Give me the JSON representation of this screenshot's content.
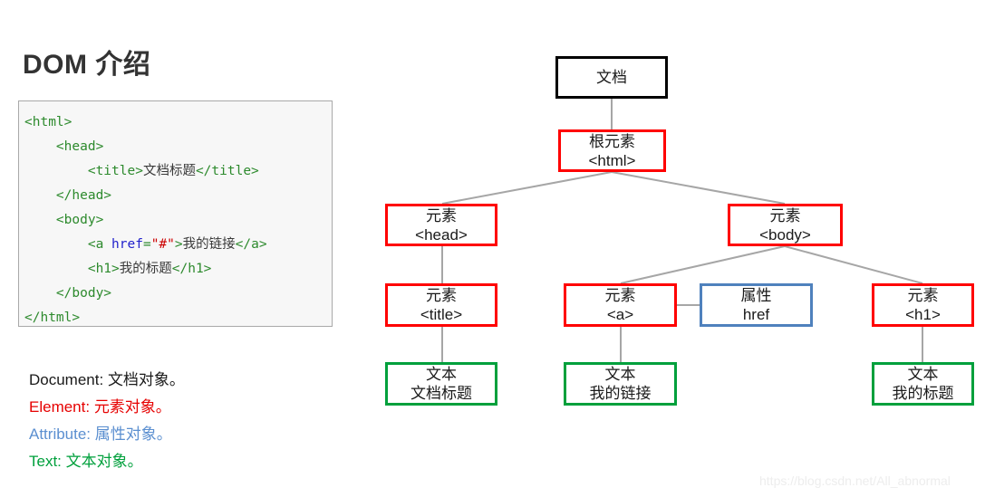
{
  "page": {
    "title": "DOM 介绍",
    "watermark": "https://blog.csdn.net/All_abnormal"
  },
  "code_block": {
    "lines": [
      {
        "indent": 0,
        "parts": [
          {
            "cls": "tag",
            "t": "<html>"
          }
        ]
      },
      {
        "indent": 1,
        "parts": [
          {
            "cls": "tag",
            "t": "<head>"
          }
        ]
      },
      {
        "indent": 2,
        "parts": [
          {
            "cls": "tag",
            "t": "<title>"
          },
          {
            "cls": "txt",
            "t": "文档标题"
          },
          {
            "cls": "tag",
            "t": "</title>"
          }
        ]
      },
      {
        "indent": 1,
        "parts": [
          {
            "cls": "tag",
            "t": "</head>"
          }
        ]
      },
      {
        "indent": 1,
        "parts": [
          {
            "cls": "tag",
            "t": "<body>"
          }
        ]
      },
      {
        "indent": 2,
        "parts": [
          {
            "cls": "tag",
            "t": "<a "
          },
          {
            "cls": "attr",
            "t": "href"
          },
          {
            "cls": "eq",
            "t": "="
          },
          {
            "cls": "str",
            "t": "\"#\""
          },
          {
            "cls": "tag",
            "t": ">"
          },
          {
            "cls": "txt",
            "t": "我的链接"
          },
          {
            "cls": "tag",
            "t": "</a>"
          }
        ]
      },
      {
        "indent": 2,
        "parts": [
          {
            "cls": "tag",
            "t": "<h1>"
          },
          {
            "cls": "txt",
            "t": "我的标题"
          },
          {
            "cls": "tag",
            "t": "</h1>"
          }
        ]
      },
      {
        "indent": 1,
        "parts": [
          {
            "cls": "tag",
            "t": "</body>"
          }
        ]
      },
      {
        "indent": 0,
        "parts": [
          {
            "cls": "tag",
            "t": "</html>"
          }
        ]
      }
    ]
  },
  "legend": {
    "items": [
      {
        "term": "Document:",
        "desc": "文档对象。",
        "color": "#1a1a1a",
        "kind": "document"
      },
      {
        "term": "Element:",
        "desc": "元素对象。",
        "color": "#e60000",
        "kind": "element"
      },
      {
        "term": "Attribute:",
        "desc": "属性对象。",
        "color": "#5b8fd0",
        "kind": "attribute"
      },
      {
        "term": "Text:",
        "desc": "文本对象。",
        "color": "#00a03c",
        "kind": "text"
      }
    ]
  },
  "tree": {
    "colors": {
      "document": "#000000",
      "element": "#ff0000",
      "attribute": "#4f81bd",
      "text": "#00a03c",
      "connector": "#a6a6a6"
    },
    "nodes": {
      "document": {
        "line1": "文档",
        "line2": ""
      },
      "html": {
        "line1": "根元素",
        "line2": "<html>"
      },
      "head": {
        "line1": "元素",
        "line2": "<head>"
      },
      "body": {
        "line1": "元素",
        "line2": "<body>"
      },
      "title": {
        "line1": "元素",
        "line2": "<title>"
      },
      "a": {
        "line1": "元素",
        "line2": "<a>"
      },
      "href": {
        "line1": "属性",
        "line2": "href"
      },
      "h1": {
        "line1": "元素",
        "line2": "<h1>"
      },
      "text_title": {
        "line1": "文本",
        "line2": "文档标题"
      },
      "text_a": {
        "line1": "文本",
        "line2": "我的链接"
      },
      "text_h1": {
        "line1": "文本",
        "line2": "我的标题"
      }
    }
  }
}
